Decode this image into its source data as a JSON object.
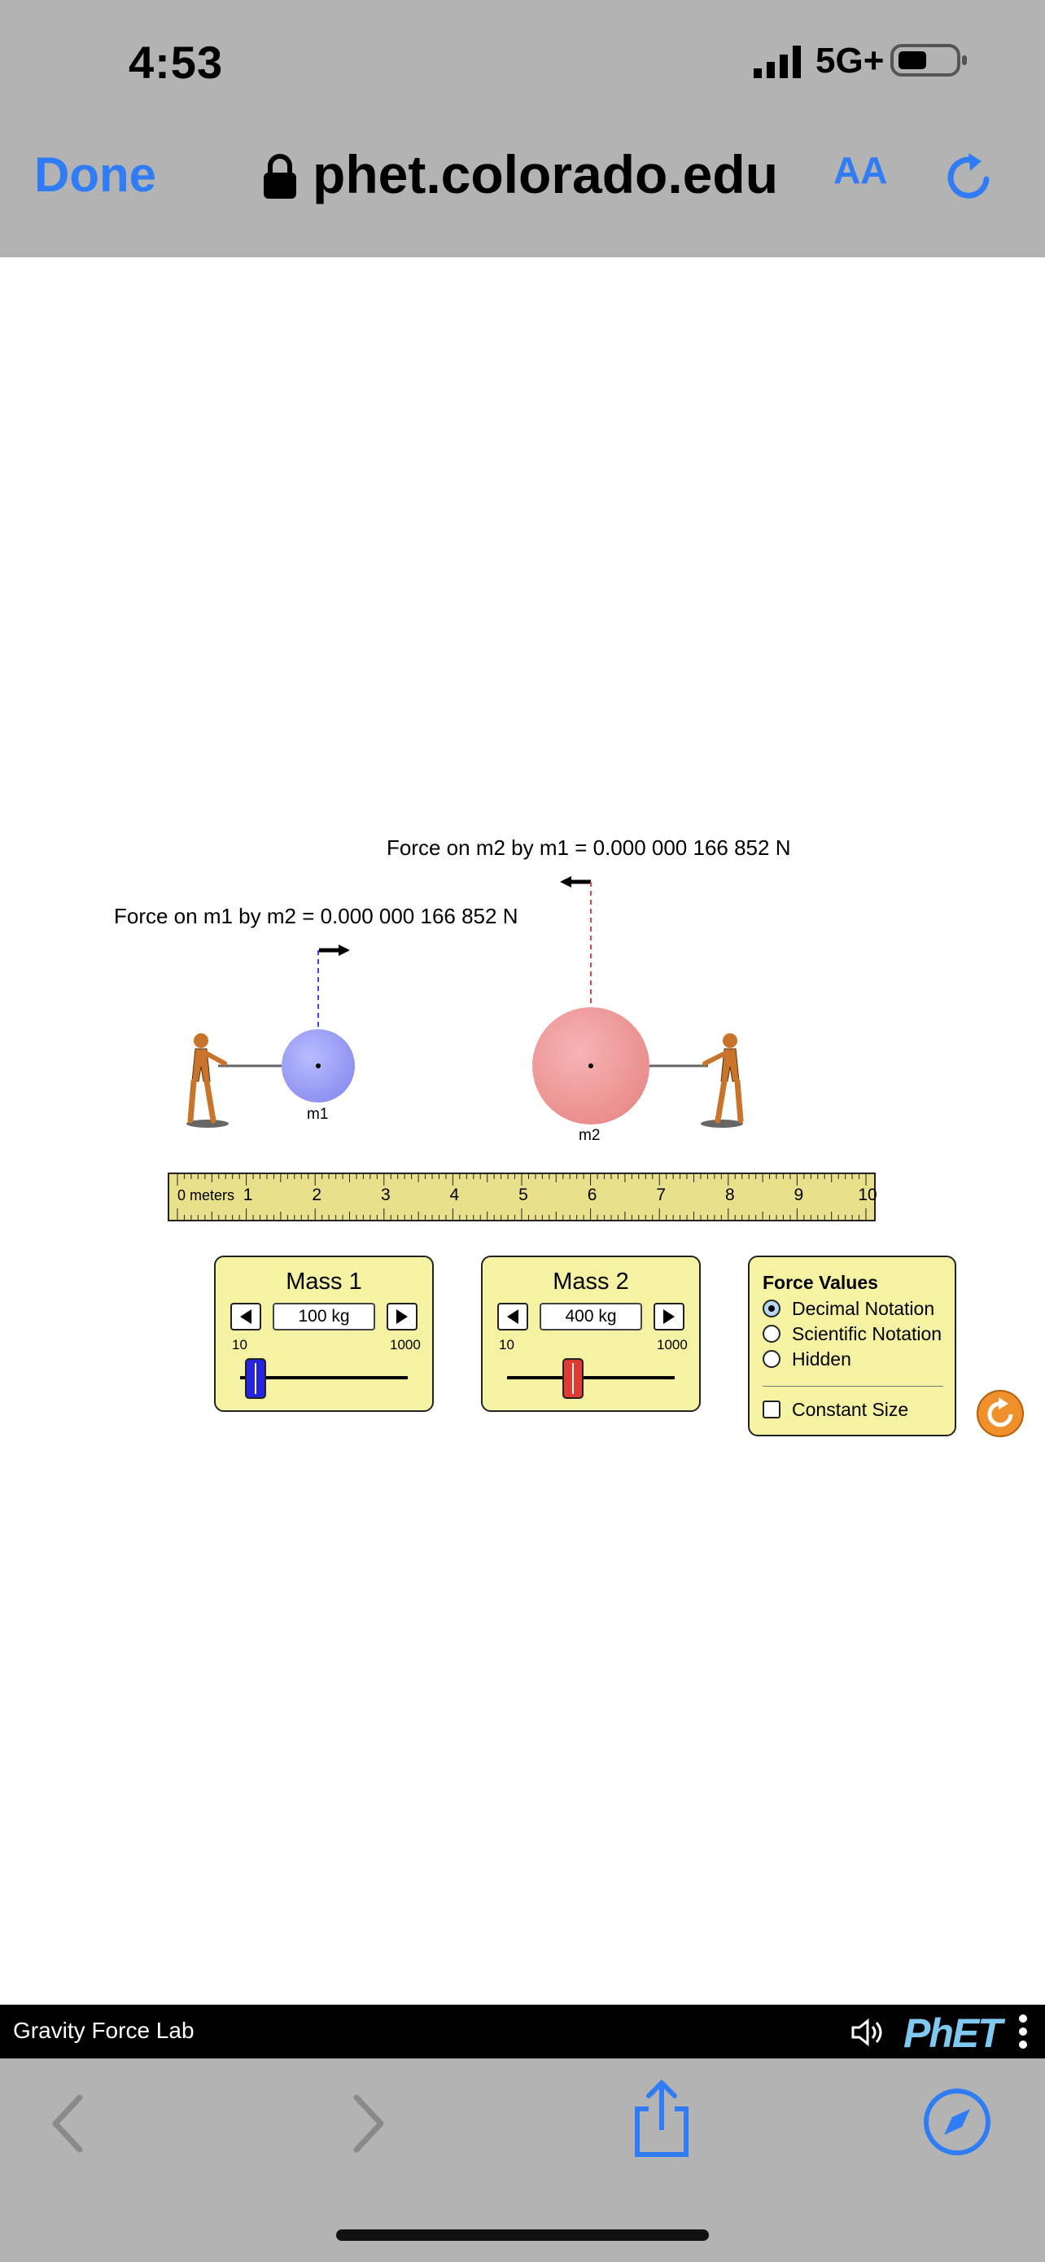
{
  "status_bar": {
    "time": "4:53",
    "network": "5G+"
  },
  "browser": {
    "done_label": "Done",
    "url": "phet.colorado.edu",
    "text_size_label": "AA"
  },
  "sim": {
    "force_m2_label": "Force on m2 by m1 = 0.000 000 166 852 N",
    "force_m1_label": "Force on m1 by m2 = 0.000 000 166 852 N",
    "m1_label": "m1",
    "m2_label": "m2",
    "ruler": {
      "start_label": "0 meters",
      "ticks": [
        "1",
        "2",
        "3",
        "4",
        "5",
        "6",
        "7",
        "8",
        "9",
        "10"
      ]
    },
    "mass1": {
      "title": "Mass 1",
      "value": "100 kg",
      "min_label": "10",
      "max_label": "1000",
      "slider_value": 100,
      "color": "#2323e0"
    },
    "mass2": {
      "title": "Mass 2",
      "value": "400 kg",
      "min_label": "10",
      "max_label": "1000",
      "slider_value": 400,
      "color": "#e03a32"
    },
    "force_values": {
      "title": "Force Values",
      "options": [
        "Decimal Notation",
        "Scientific Notation",
        "Hidden"
      ],
      "selected": "Decimal Notation",
      "constant_size_label": "Constant Size",
      "constant_size_checked": false
    }
  },
  "phet_bar": {
    "sim_name": "Gravity Force Lab",
    "logo_text": "PhET"
  },
  "colors": {
    "accent": "#2f7cf6",
    "m1_sphere": "#9da0f5",
    "m2_sphere": "#ef9d9d",
    "panel": "#f6f2a3",
    "ruler": "#e8e08a"
  }
}
